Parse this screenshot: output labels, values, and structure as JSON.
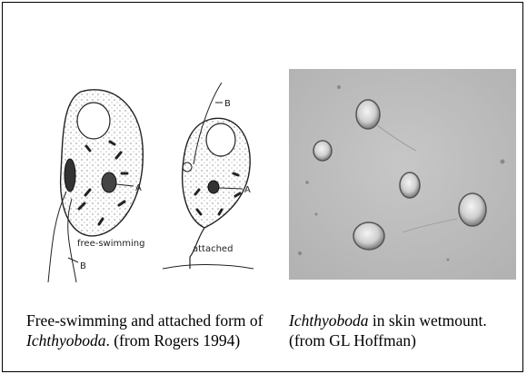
{
  "left_figure": {
    "labels": {
      "a1": "A",
      "a2": "A",
      "b1": "B",
      "b2": "B",
      "form1": "free-swimming",
      "form2": "attached"
    }
  },
  "left_caption": {
    "part1": "Free-swimming and attached form of ",
    "organism": "Ichthyoboda",
    "part2": ". (from Rogers 1994)"
  },
  "right_caption": {
    "organism": "Ichthyoboda",
    "part1": " in skin wetmount. (from  GL Hoffman)"
  },
  "colors": {
    "border": "#000000",
    "micrograph_bg": "#bcbcbc",
    "ink": "#222222"
  }
}
